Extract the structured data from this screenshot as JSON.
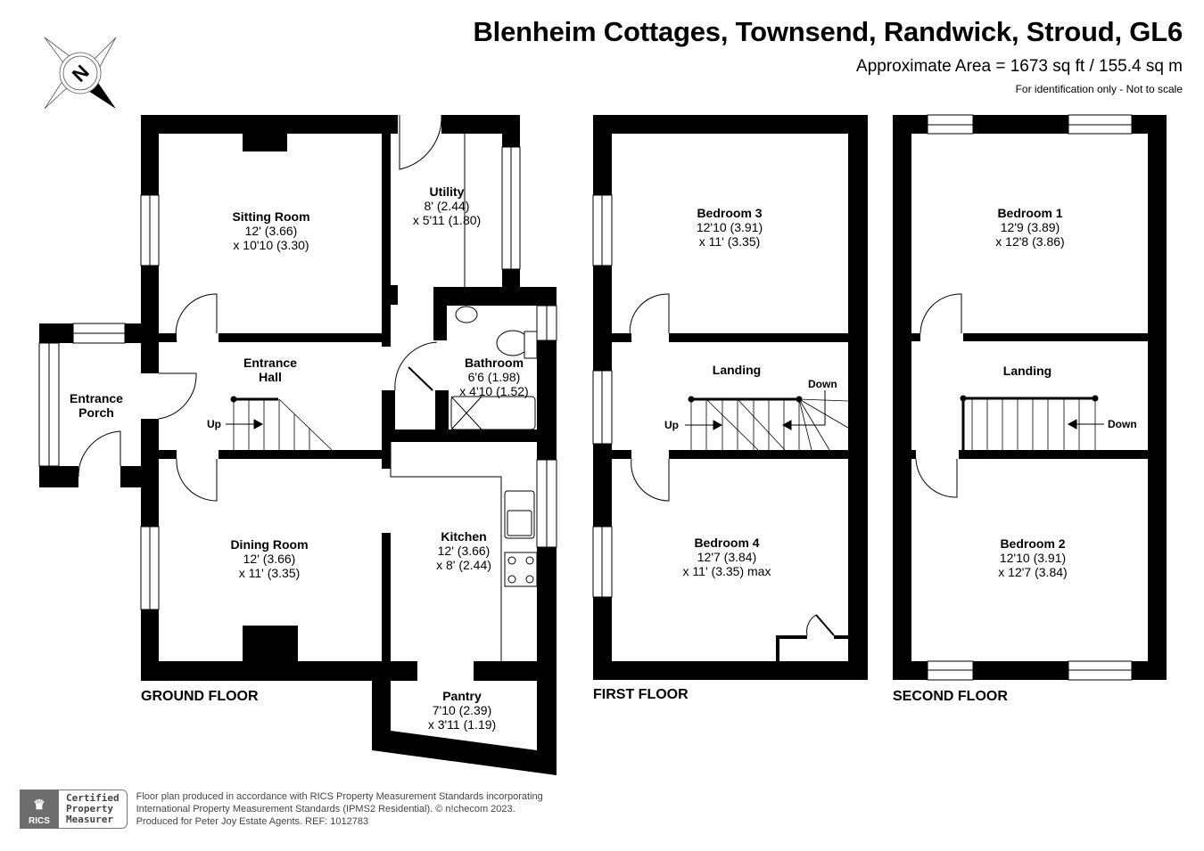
{
  "header": {
    "title": "Blenheim Cottages, Townsend, Randwick, Stroud, GL6",
    "area": "Approximate Area = 1673 sq ft / 155.4 sq m",
    "disclaimer": "For identification only - Not to scale"
  },
  "compass": {
    "label": "N",
    "icon": "north-compass-icon"
  },
  "ground_floor": {
    "label": "GROUND FLOOR",
    "rooms": {
      "sitting_room": {
        "name": "Sitting Room",
        "dim1": "12' (3.66)",
        "dim2": "x 10'10 (3.30)"
      },
      "utility": {
        "name": "Utility",
        "dim1": "8' (2.44)",
        "dim2": "x 5'11 (1.80)"
      },
      "entrance_hall": {
        "name1": "Entrance",
        "name2": "Hall"
      },
      "entrance_porch": {
        "name1": "Entrance",
        "name2": "Porch"
      },
      "bathroom": {
        "name": "Bathroom",
        "dim1": "6'6 (1.98)",
        "dim2": "x 4'10 (1.52)"
      },
      "dining_room": {
        "name": "Dining Room",
        "dim1": "12' (3.66)",
        "dim2": "x 11' (3.35)"
      },
      "kitchen": {
        "name": "Kitchen",
        "dim1": "12' (3.66)",
        "dim2": "x 8' (2.44)"
      },
      "pantry": {
        "name": "Pantry",
        "dim1": "7'10 (2.39)",
        "dim2": "x 3'11 (1.19)"
      }
    },
    "stairs_label": "Up"
  },
  "first_floor": {
    "label": "FIRST FLOOR",
    "rooms": {
      "bedroom3": {
        "name": "Bedroom 3",
        "dim1": "12'10 (3.91)",
        "dim2": "x 11' (3.35)"
      },
      "landing": {
        "name": "Landing"
      },
      "bedroom4": {
        "name": "Bedroom 4",
        "dim1": "12'7 (3.84)",
        "dim2": "x 11' (3.35) max"
      }
    },
    "stairs_up": "Up",
    "stairs_down": "Down"
  },
  "second_floor": {
    "label": "SECOND FLOOR",
    "rooms": {
      "bedroom1": {
        "name": "Bedroom 1",
        "dim1": "12'9 (3.89)",
        "dim2": "x 12'8 (3.86)"
      },
      "landing": {
        "name": "Landing"
      },
      "bedroom2": {
        "name": "Bedroom 2",
        "dim1": "12'10 (3.91)",
        "dim2": "x 12'7 (3.84)"
      }
    },
    "stairs_down": "Down"
  },
  "footer": {
    "rics_label": "RICS",
    "cert_line1": "Certified",
    "cert_line2": "Property",
    "cert_line3": "Measurer",
    "note_line1": "Floor plan produced in accordance with RICS Property Measurement Standards incorporating",
    "note_line2": "International Property Measurement Standards (IPMS2 Residential).   © n!checom 2023.",
    "note_line3": "Produced for Peter Joy Estate Agents.   REF:  1012783"
  }
}
